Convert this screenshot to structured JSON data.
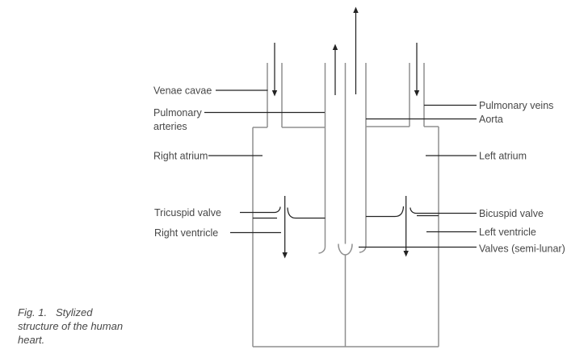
{
  "figure_caption": {
    "line1": "Fig. 1.   Stylized",
    "line2": "structure of the human",
    "line3": "heart."
  },
  "labels": {
    "venae_cavae": "Venae cavae",
    "pulmonary_arteries_line1": "Pulmonary",
    "pulmonary_arteries_line2": "arteries",
    "right_atrium": "Right atrium",
    "tricuspid_valve": "Tricuspid valve",
    "right_ventricle": "Right ventricle",
    "pulmonary_veins": "Pulmonary veins",
    "aorta": "Aorta",
    "left_atrium": "Left atrium",
    "bicuspid_valve": "Bicuspid valve",
    "left_ventricle": "Left ventricle",
    "valves_semilunar": "Valves (semi-lunar)"
  },
  "colors": {
    "background": "#ffffff",
    "structure_line": "#8f8f8f",
    "annotation_line": "#232323",
    "label_text": "#474747"
  }
}
